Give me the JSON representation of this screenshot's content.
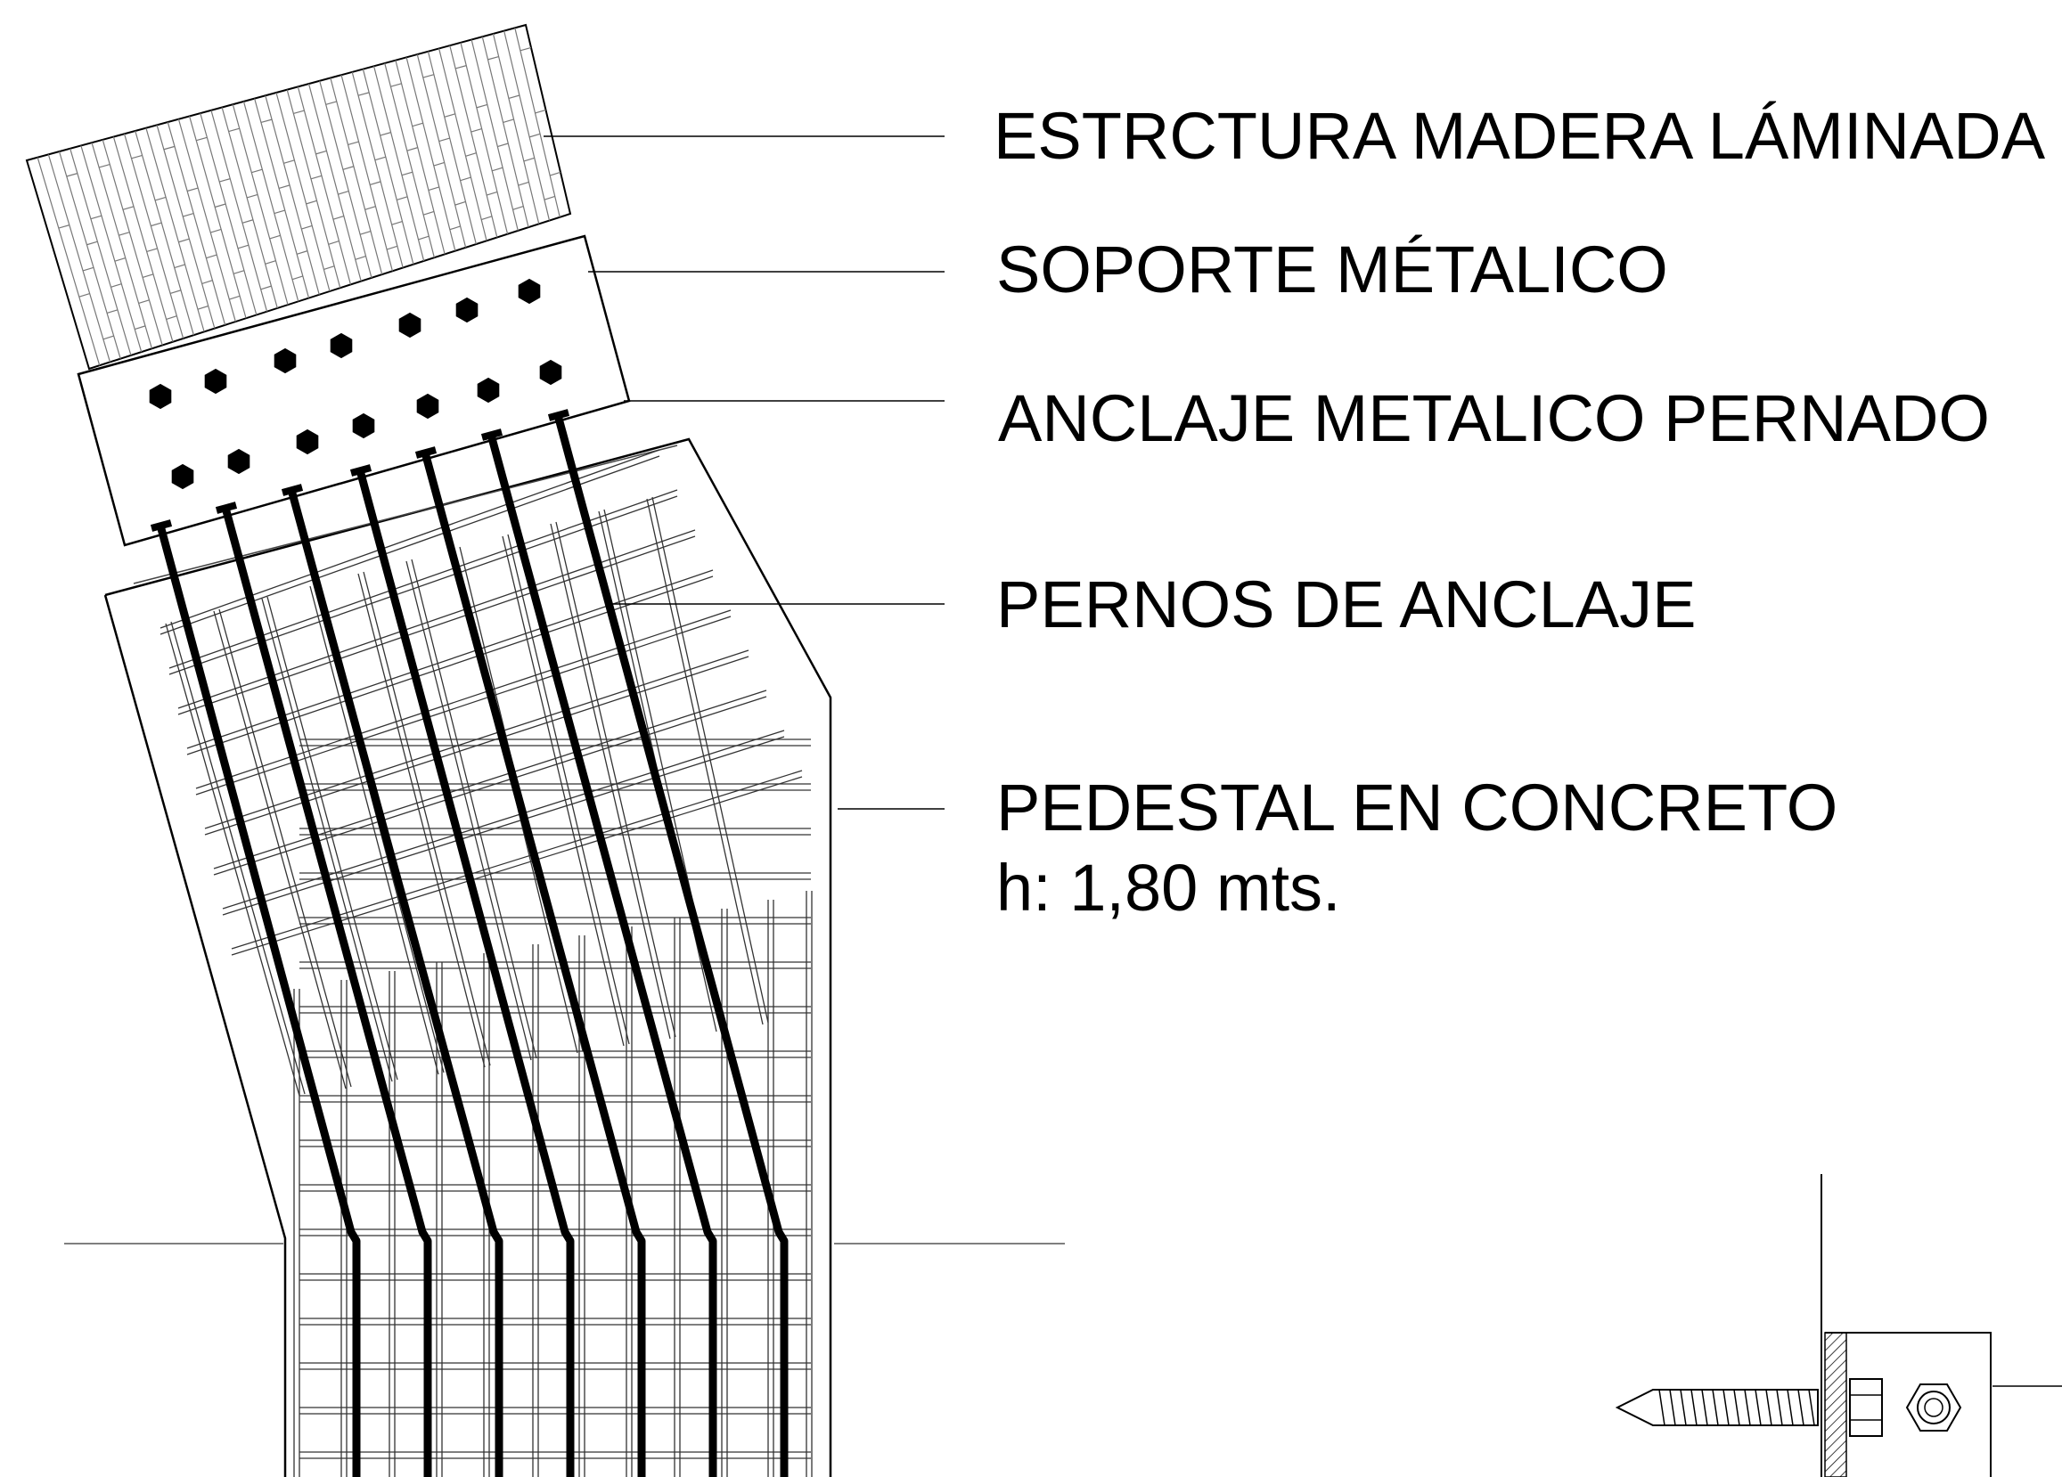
{
  "labels": {
    "timber_structure": "ESTRCTURA MADERA LÁMINADA",
    "metal_support": "SOPORTE MÉTALICO",
    "bolted_anchor": "ANCLAJE METALICO PERNADO",
    "anchor_bolts": "PERNOS DE ANCLAJE",
    "pedestal": "PEDESTAL EN CONCRETO",
    "pedestal_height": "h: 1,80 mts."
  },
  "colors": {
    "ink": "#000000",
    "paper": "#ffffff",
    "light_line": "#555555"
  },
  "icons": {
    "bolt_head": "hexagon-bolt-head-icon",
    "lag_screw": "lag-screw-icon",
    "hex_nut": "hex-nut-icon"
  }
}
